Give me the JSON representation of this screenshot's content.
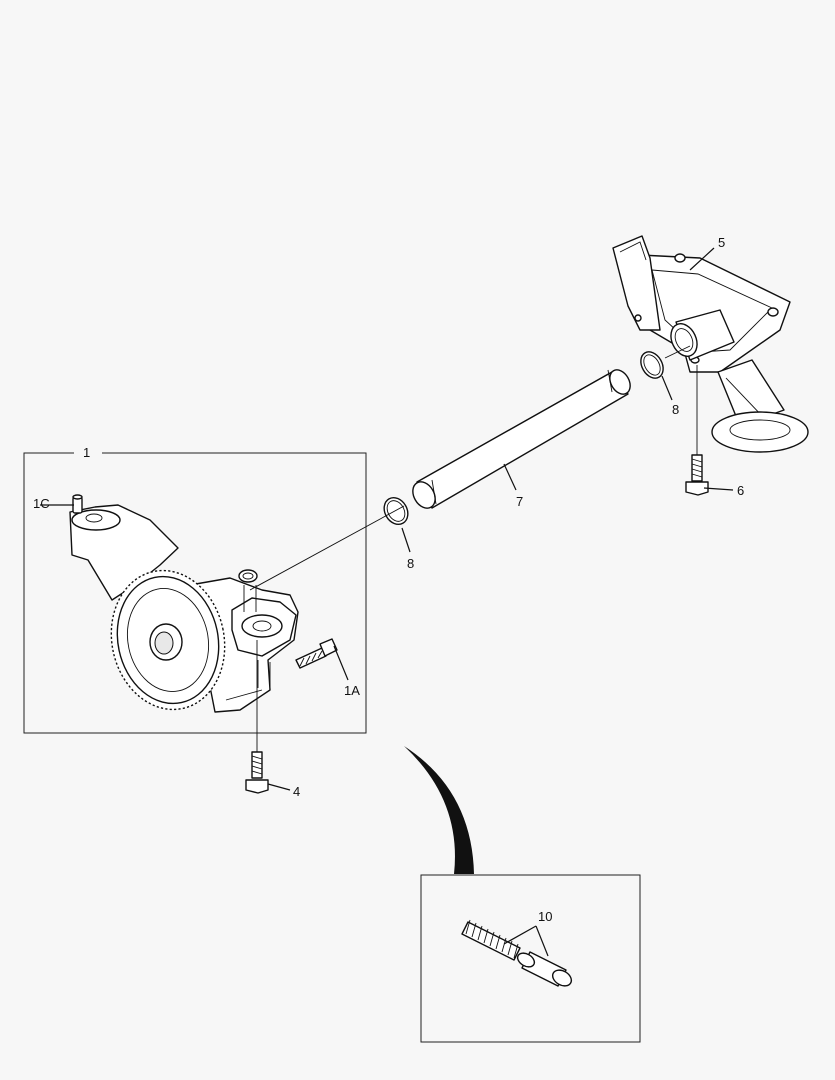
{
  "callouts": {
    "c1": "1",
    "c1A": "1A",
    "c1C": "1C",
    "c4": "4",
    "c5": "5",
    "c6": "6",
    "c7": "7",
    "c8_upper": "8",
    "c8_lower": "8",
    "c10": "10"
  },
  "colors": {
    "line": "#111111",
    "background": "#f7f7f7",
    "part_fill": "#ffffff"
  }
}
